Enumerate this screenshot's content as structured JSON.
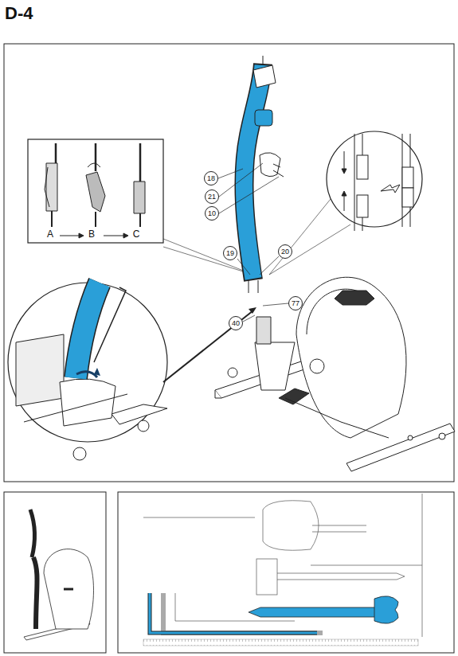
{
  "diagram": {
    "title": "D-4",
    "nodes": [
      {
        "text": [
          "18"
        ]
      },
      {
        "text": [
          "21"
        ]
      },
      {
        "text": [
          "10"
        ]
      },
      {
        "text": [
          "19"
        ]
      },
      {
        "text": [
          "20"
        ]
      },
      {
        "text": [
          "77"
        ]
      },
      {
        "text": [
          "40"
        ]
      }
    ],
    "labels": [
      "A",
      "B",
      "C"
    ]
  }
}
